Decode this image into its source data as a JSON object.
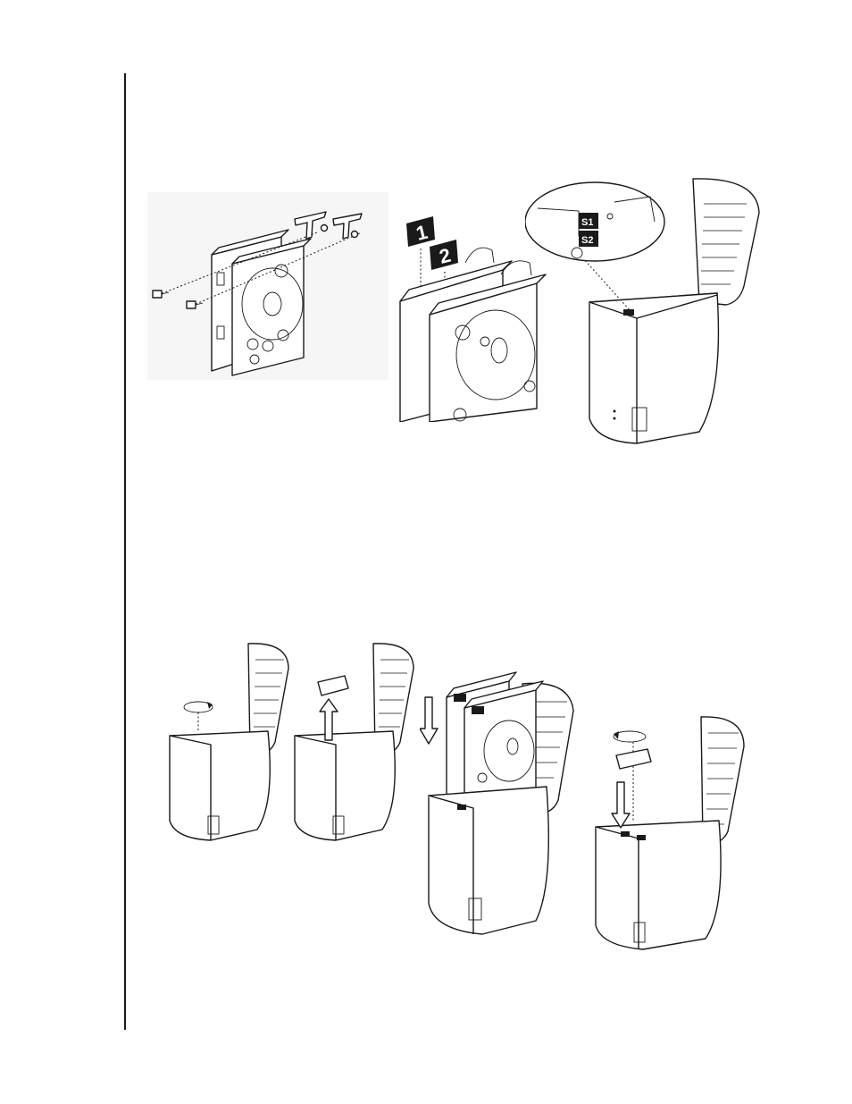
{
  "labels": {
    "drive_a": "1",
    "drive_b": "2",
    "slot_a": "S1",
    "slot_b": "S2"
  },
  "colors": {
    "ink": "#1a1a1a",
    "paper": "#ffffff"
  },
  "icons": [
    "screw-icon",
    "mounting-bracket-icon",
    "rotate-arrow-icon",
    "up-arrow-icon",
    "down-arrow-icon",
    "dotted-guide-line"
  ]
}
